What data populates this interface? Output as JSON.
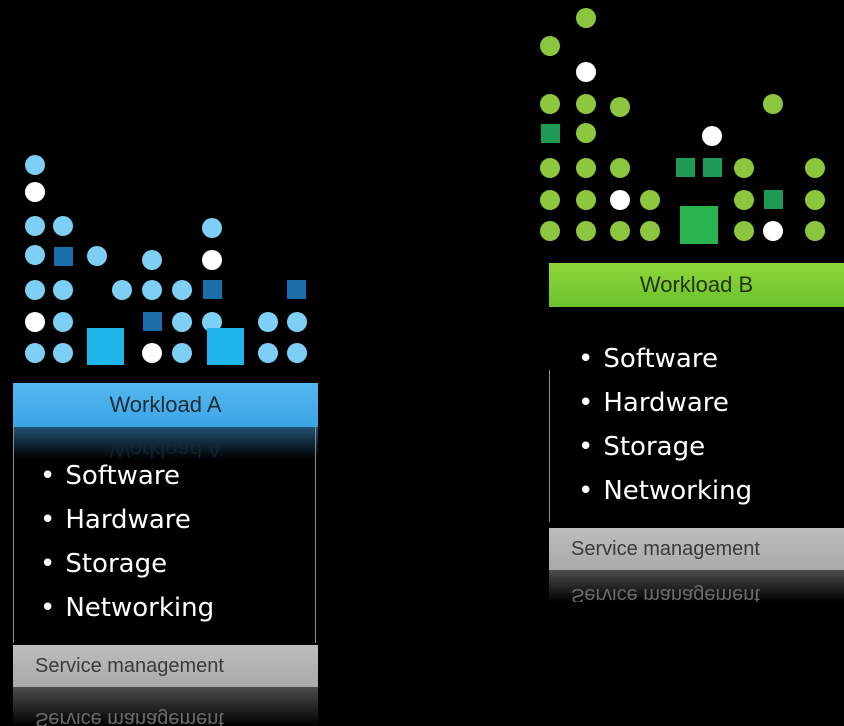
{
  "workload_a": {
    "title": "Workload A",
    "items": [
      "Software",
      "Hardware",
      "Storage",
      "Networking"
    ],
    "service_label": "Service management",
    "colors": {
      "dot": "#7dcff5",
      "square": "#1a6fa8",
      "big_square": "#20b6ec",
      "banner": "#4bb0ec"
    }
  },
  "workload_b": {
    "title": "Workload B",
    "items": [
      "Software",
      "Hardware",
      "Storage",
      "Networking"
    ],
    "service_label": "Service management",
    "colors": {
      "dot": "#8cc63f",
      "square": "#1f9a55",
      "big_square": "#2ab44e",
      "banner": "#7ccb34"
    }
  }
}
